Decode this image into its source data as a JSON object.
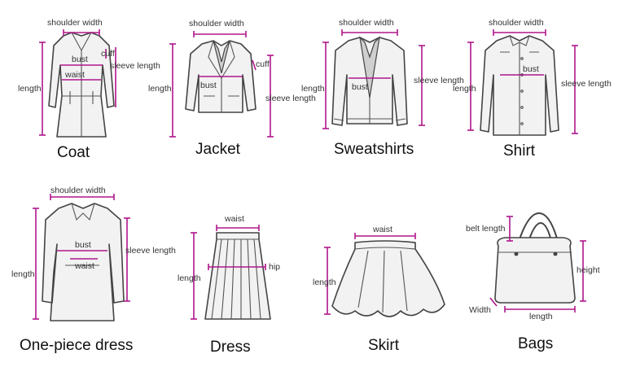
{
  "garments": {
    "coat": {
      "title": "Coat",
      "labels": {
        "shoulder": "shoulder width",
        "bust": "bust",
        "waist": "waist",
        "cuff": "cuff",
        "sleeve": "sleeve length",
        "length": "length"
      }
    },
    "jacket": {
      "title": "Jacket",
      "labels": {
        "shoulder": "shoulder width",
        "cuff": "cuff",
        "bust": "bust",
        "sleeve": "sleeve length",
        "length": "length"
      }
    },
    "sweatshirts": {
      "title": "Sweatshirts",
      "labels": {
        "shoulder": "shoulder width",
        "bust": "bust",
        "sleeve": "sleeve length",
        "length": "length"
      }
    },
    "shirt": {
      "title": "Shirt",
      "labels": {
        "shoulder": "shoulder width",
        "bust": "bust",
        "sleeve": "sleeve length",
        "length": "length"
      }
    },
    "dress1": {
      "title": "One-piece dress",
      "labels": {
        "shoulder": "shoulder width",
        "bust": "bust",
        "waist": "waist",
        "sleeve": "sleeve length",
        "length": "length"
      }
    },
    "dress2": {
      "title": "Dress",
      "labels": {
        "waist": "waist",
        "hip": "hip",
        "length": "length"
      }
    },
    "skirt": {
      "title": "Skirt",
      "labels": {
        "waist": "waist",
        "length": "length"
      }
    },
    "bags": {
      "title": "Bags",
      "labels": {
        "belt": "belt length",
        "height": "height",
        "width": "Width",
        "length": "length"
      }
    }
  },
  "colors": {
    "measure": "#b0168c",
    "outline": "#444444",
    "fill": "#f2f2f2"
  }
}
